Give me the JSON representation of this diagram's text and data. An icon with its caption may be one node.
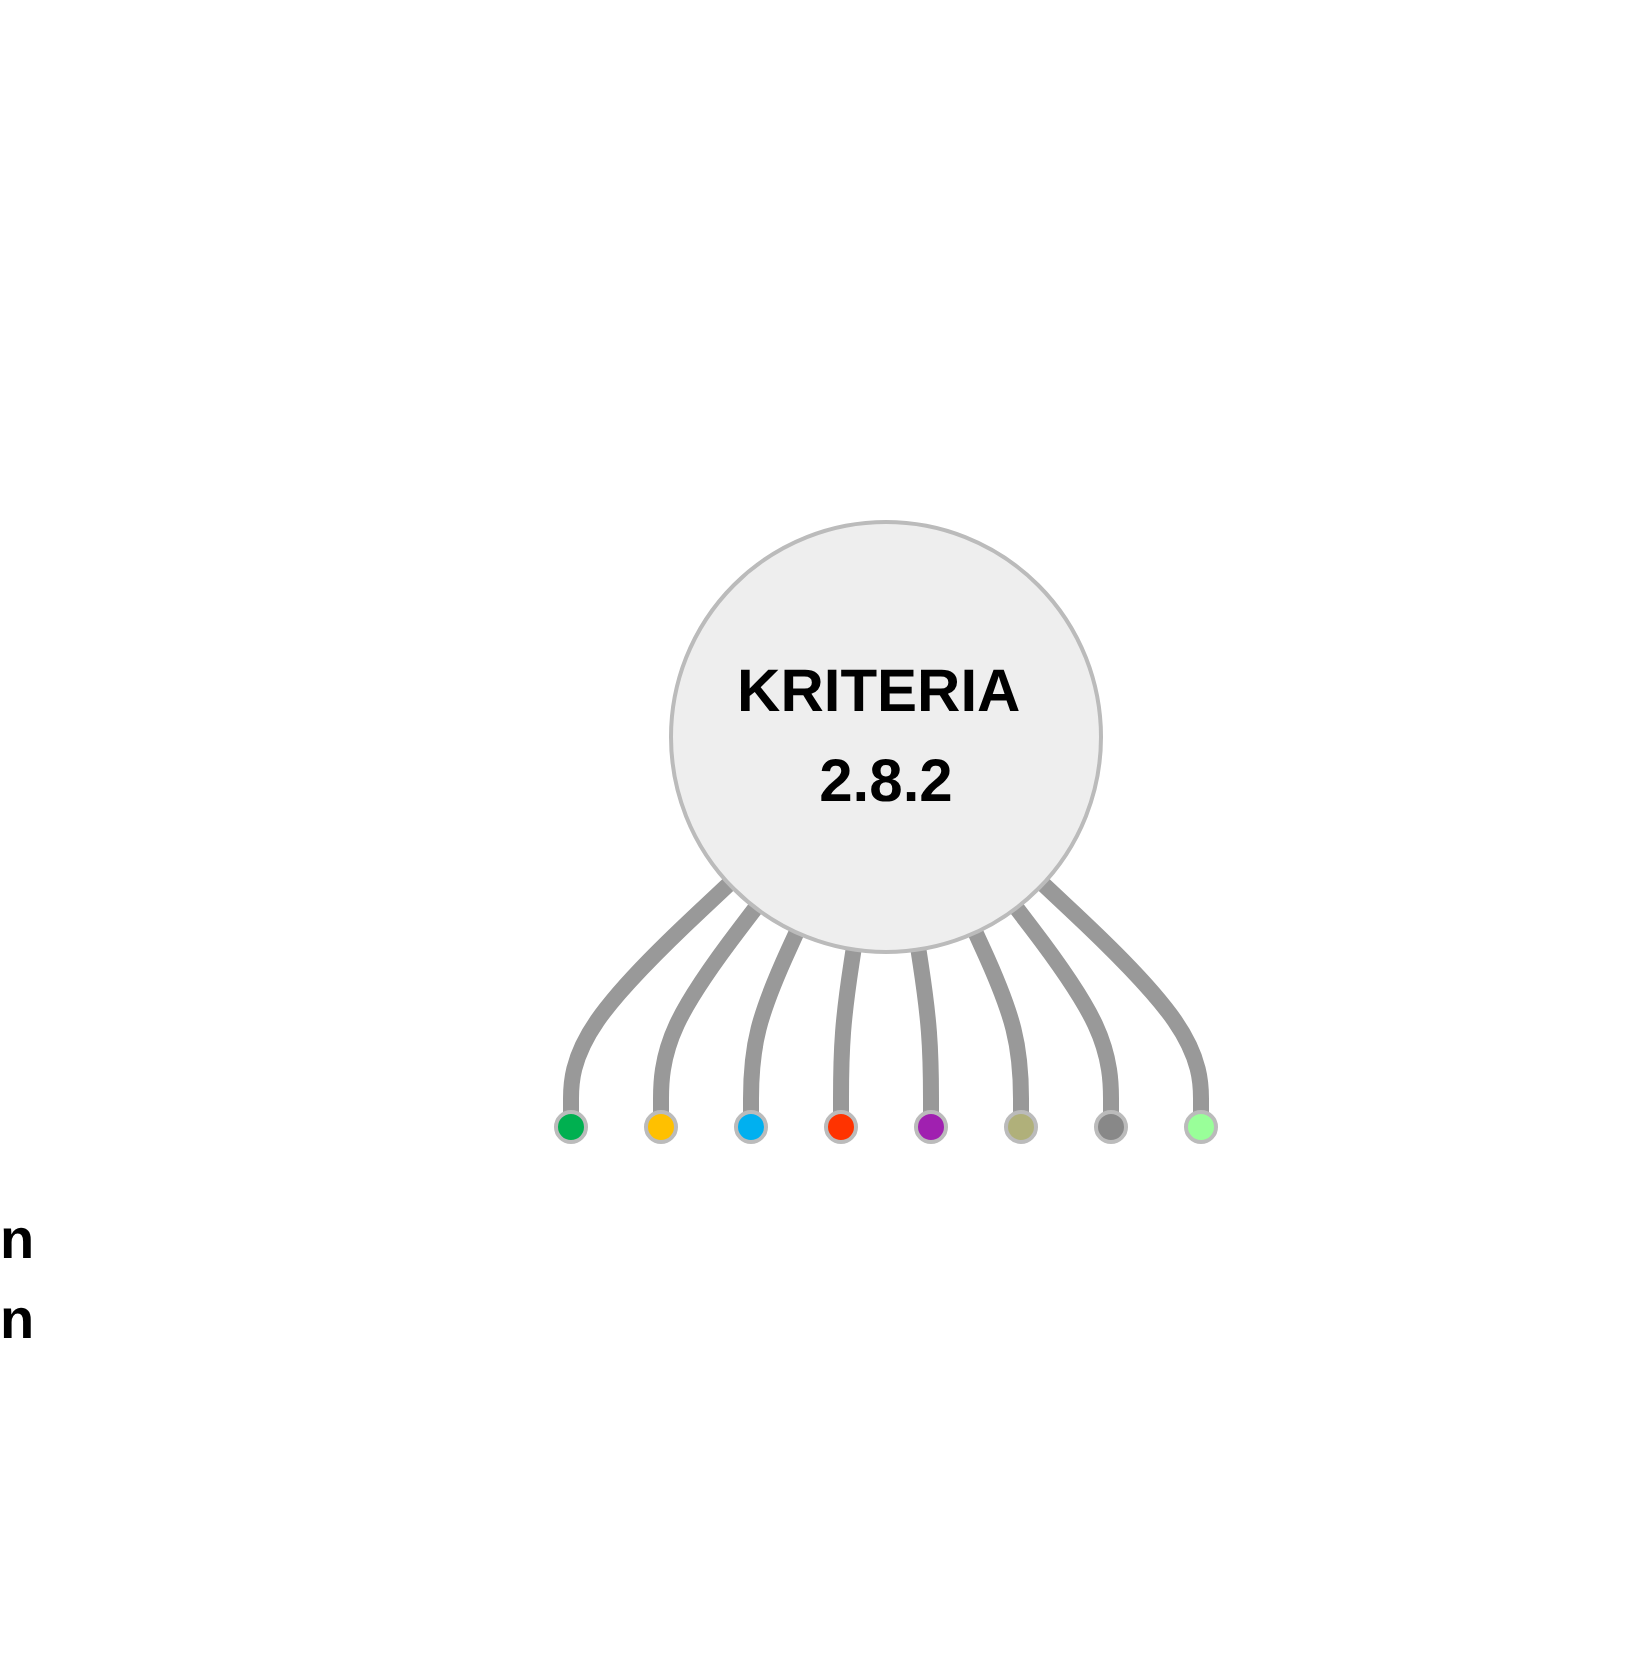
{
  "diagram": {
    "nodes": [
      {
        "text": [
          "KRITERIA 2.8.2"
        ]
      },
      {
        "text": [],
        "shape": "circle"
      },
      {
        "text": [],
        "shape": "circle"
      },
      {
        "text": [],
        "shape": "circle"
      },
      {
        "text": [],
        "shape": "circle"
      },
      {
        "text": [],
        "shape": "circle"
      },
      {
        "text": [],
        "shape": "circle"
      },
      {
        "text": [],
        "shape": "circle"
      },
      {
        "text": [],
        "shape": "circle"
      }
    ],
    "edges": [
      {
        "from": 0,
        "to": 1,
        "arrow": "none"
      },
      {
        "from": 0,
        "to": 2,
        "arrow": "none"
      },
      {
        "from": 0,
        "to": 3,
        "arrow": "none"
      },
      {
        "from": 0,
        "to": 4,
        "arrow": "none"
      },
      {
        "from": 0,
        "to": 5,
        "arrow": "none"
      },
      {
        "from": 0,
        "to": 6,
        "arrow": "none"
      },
      {
        "from": 0,
        "to": 7,
        "arrow": "none"
      },
      {
        "from": 0,
        "to": 8,
        "arrow": "none"
      }
    ],
    "labels": [
      "n",
      "n"
    ]
  }
}
